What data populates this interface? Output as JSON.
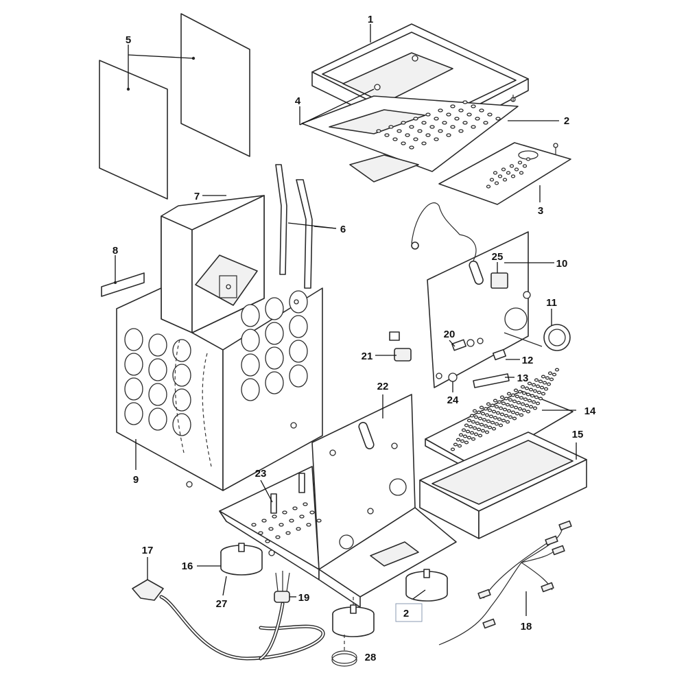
{
  "diagram": {
    "callouts": {
      "c1": "1",
      "c2": "2",
      "c3": "3",
      "c4": "4",
      "c5": "5",
      "c6": "6",
      "c7": "7",
      "c8": "8",
      "c9": "9",
      "c10": "10",
      "c11": "11",
      "c12": "12",
      "c13": "13",
      "c14": "14",
      "c15": "15",
      "c16": "16",
      "c17": "17",
      "c18": "18",
      "c19": "19",
      "c20": "20",
      "c21": "21",
      "c22": "22",
      "c23": "23",
      "c24": "24",
      "c25": "25",
      "c27": "27",
      "c28": "28",
      "cbox": "2"
    }
  }
}
